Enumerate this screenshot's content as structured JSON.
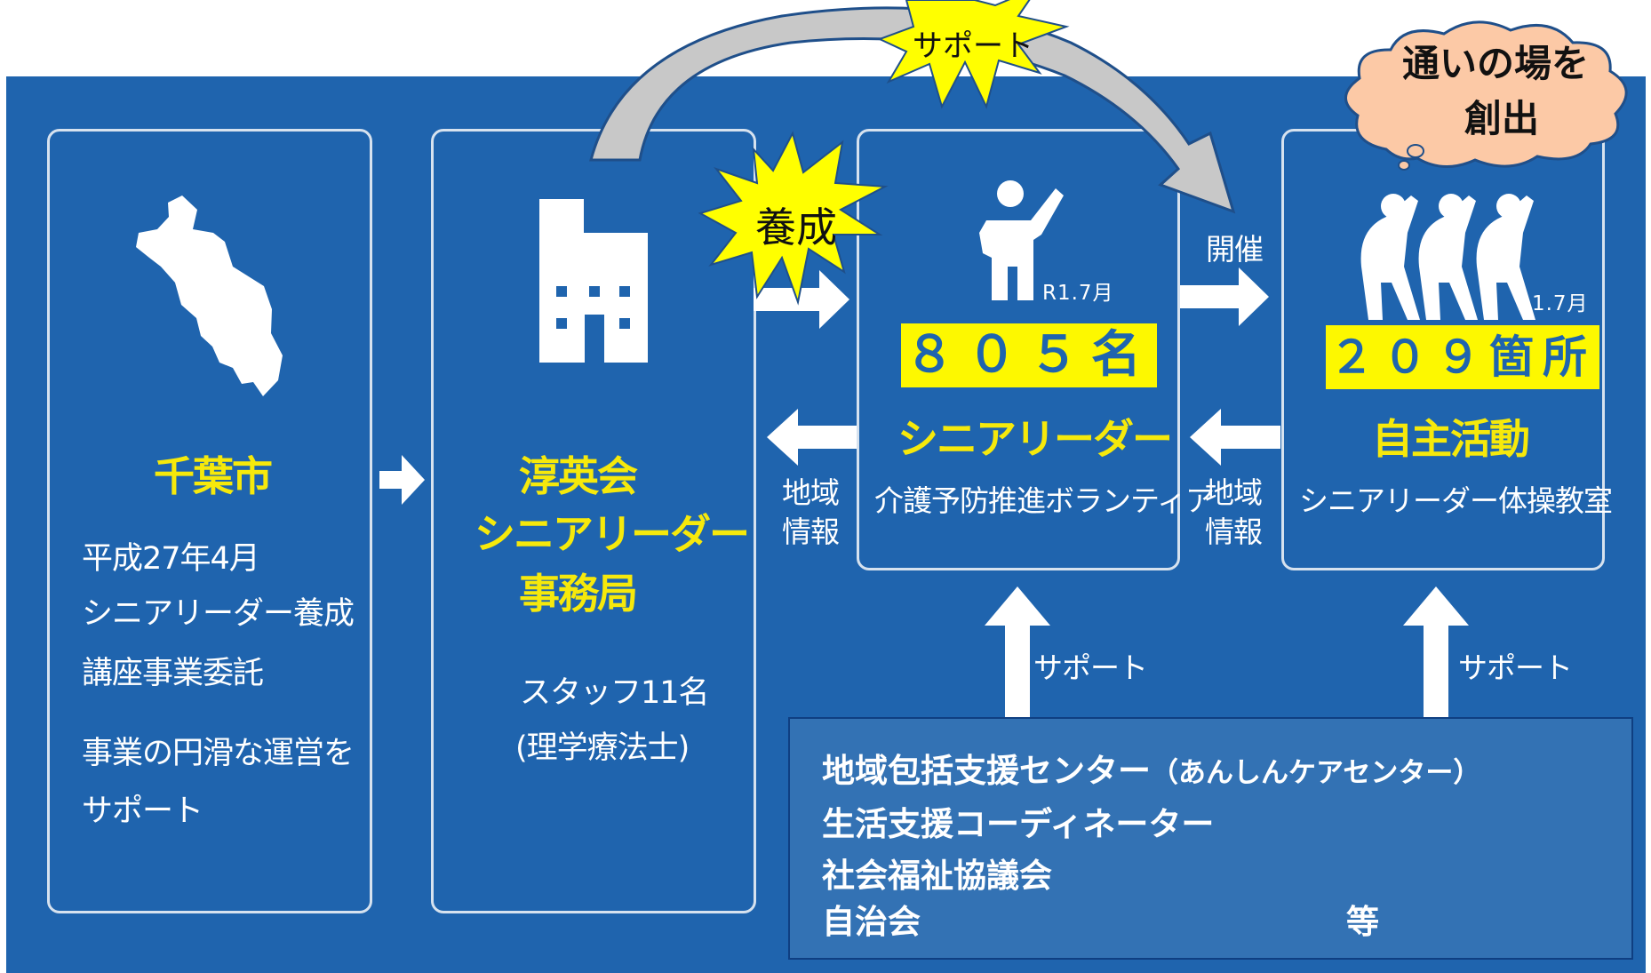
{
  "speech_bubble": {
    "line1": "通いの場を",
    "line2": "創出"
  },
  "top_arrow_label": "サポート",
  "starburst_label": "養成",
  "boxes": {
    "chiba": {
      "title": "千葉市",
      "lines": [
        "平成27年4月",
        "シニアリーダー養成",
        "講座事業委託",
        "事業の円滑な運営を",
        "サポート"
      ]
    },
    "office": {
      "title_lines": [
        "淳英会",
        "シニアリーダー",
        "事務局"
      ],
      "staff": "スタッフ11名",
      "staff_note": "(理学療法士)"
    },
    "leader": {
      "date": "R1.7月",
      "count": "８０５名",
      "title": "シニアリーダー",
      "subtitle": "介護予防推進ボランティア"
    },
    "activity": {
      "date": "R1.7月",
      "count": "２０９箇所",
      "title": "自主活動",
      "subtitle": "シニアリーダー体操教室"
    }
  },
  "arrow_labels": {
    "hold": "開催",
    "local_info_1": [
      "地域",
      "情報"
    ],
    "local_info_2": [
      "地域",
      "情報"
    ],
    "support_left": "サポート",
    "support_right": "サポート"
  },
  "support_orgs": {
    "line1_main": "地域包括支援センター",
    "line1_sub": "（あんしんケアセンター）",
    "line2": "生活支援コーディネーター",
    "line3": "社会福祉協議会",
    "line4": "自治会",
    "etc": "等"
  },
  "colors": {
    "background": "#1f64ae",
    "highlight": "#fdf800",
    "title_yellow": "#f6e90b",
    "bubble": "#fcc9a6"
  }
}
